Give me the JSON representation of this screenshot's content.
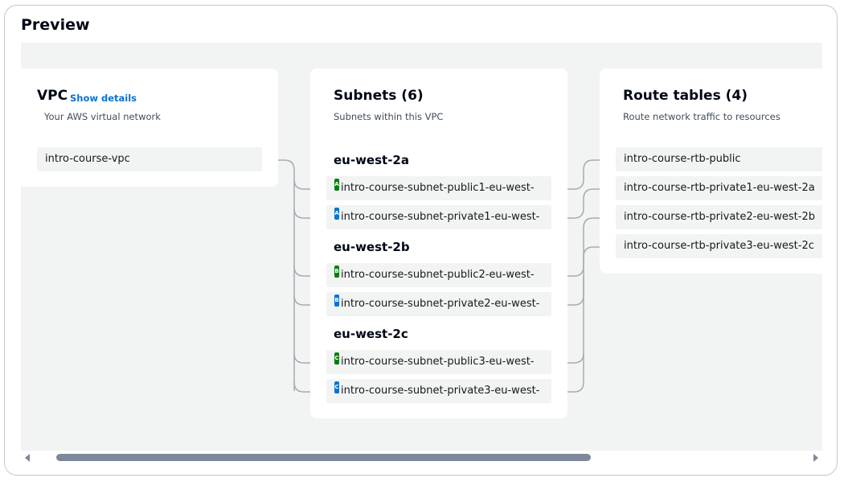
{
  "preview": {
    "title": "Preview"
  },
  "vpc": {
    "title": "VPC",
    "show_details": "Show details",
    "subtitle": "Your AWS virtual network",
    "name": "intro-course-vpc"
  },
  "subnets": {
    "title": "Subnets (6)",
    "subtitle": "Subnets within this VPC",
    "zones": [
      {
        "name": "eu-west-2a",
        "items": [
          {
            "badge": "A",
            "badge_color": "#037f0c",
            "label": "intro-course-subnet-public1-eu-west-"
          },
          {
            "badge": "A",
            "badge_color": "#0972d3",
            "label": "intro-course-subnet-private1-eu-west-"
          }
        ]
      },
      {
        "name": "eu-west-2b",
        "items": [
          {
            "badge": "B",
            "badge_color": "#037f0c",
            "label": "intro-course-subnet-public2-eu-west-"
          },
          {
            "badge": "B",
            "badge_color": "#0972d3",
            "label": "intro-course-subnet-private2-eu-west-"
          }
        ]
      },
      {
        "name": "eu-west-2c",
        "items": [
          {
            "badge": "C",
            "badge_color": "#037f0c",
            "label": "intro-course-subnet-public3-eu-west-"
          },
          {
            "badge": "C",
            "badge_color": "#0972d3",
            "label": "intro-course-subnet-private3-eu-west-"
          }
        ]
      }
    ]
  },
  "route_tables": {
    "title": "Route tables (4)",
    "subtitle": "Route network traffic to resources",
    "items": [
      "intro-course-rtb-public",
      "intro-course-rtb-private1-eu-west-2a",
      "intro-course-rtb-private2-eu-west-2b",
      "intro-course-rtb-private3-eu-west-2c"
    ]
  },
  "colors": {
    "connector": "#a6abb3",
    "public_badge": "#037f0c",
    "private_badge": "#0972d3",
    "link": "#0972d3"
  },
  "icons": {
    "scroll_left": "chevron-left-icon",
    "scroll_right": "chevron-right-icon"
  }
}
